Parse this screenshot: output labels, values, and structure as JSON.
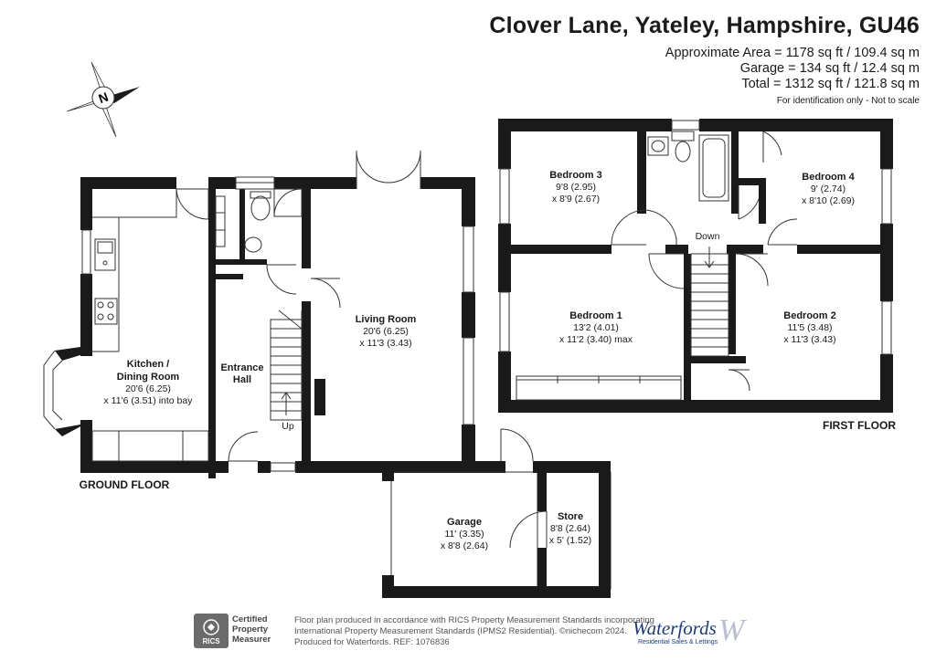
{
  "header": {
    "title": "Clover Lane, Yateley, Hampshire, GU46",
    "approx_area": "Approximate Area = 1178 sq ft / 109.4 sq m",
    "garage_area": "Garage = 134 sq ft / 12.4 sq m",
    "total_area": "Total = 1312 sq ft / 121.8 sq m",
    "disclaimer": "For identification only - Not to scale"
  },
  "compass": {
    "label": "N",
    "icon": "north-arrow-icon"
  },
  "floors": {
    "ground": "GROUND FLOOR",
    "first": "FIRST FLOOR"
  },
  "rooms": {
    "kitchen": {
      "name_line1": "Kitchen /",
      "name_line2": "Dining Room",
      "dim1": "20'6 (6.25)",
      "dim2": "x 11'6 (3.51) into bay"
    },
    "entrance": {
      "name_line1": "Entrance",
      "name_line2": "Hall"
    },
    "living": {
      "name": "Living Room",
      "dim1": "20'6 (6.25)",
      "dim2": "x 11'3 (3.43)"
    },
    "garage": {
      "name": "Garage",
      "dim1": "11' (3.35)",
      "dim2": "x 8'8 (2.64)"
    },
    "store": {
      "name": "Store",
      "dim1": "8'8 (2.64)",
      "dim2": "x 5' (1.52)"
    },
    "bedroom3": {
      "name": "Bedroom 3",
      "dim1": "9'8 (2.95)",
      "dim2": "x 8'9 (2.67)"
    },
    "bedroom4": {
      "name": "Bedroom 4",
      "dim1": "9' (2.74)",
      "dim2": "x 8'10 (2.69)"
    },
    "bedroom1": {
      "name": "Bedroom 1",
      "dim1": "13'2 (4.01)",
      "dim2": "x 11'2 (3.40) max"
    },
    "bedroom2": {
      "name": "Bedroom 2",
      "dim1": "11'5 (3.48)",
      "dim2": "x 11'3 (3.43)"
    }
  },
  "stairs": {
    "up": "Up",
    "down": "Down"
  },
  "footer": {
    "line1": "Floor plan produced in accordance with RICS Property Measurement Standards incorporating",
    "line2": "International Property Measurement Standards (IPMS2 Residential). ©nichecom 2024.",
    "line3": "Produced for Waterfords.   REF: 1076836",
    "rics_badge": "RICS",
    "rics_line1": "Certified",
    "rics_line2": "Property",
    "rics_line3": "Measurer",
    "brand_name": "Waterfords",
    "brand_tagline": "Residential Sales & Lettings",
    "brand_mark": "W"
  },
  "colors": {
    "wall": "#1a1a1a",
    "line": "#333333",
    "brand": "#1e3c78"
  }
}
